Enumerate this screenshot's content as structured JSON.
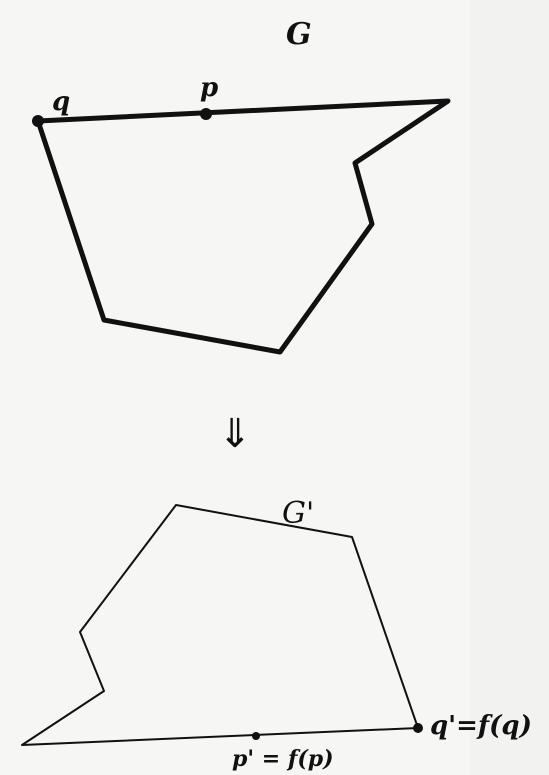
{
  "top_figure": {
    "title": "G",
    "label_q": "q",
    "label_p": "p"
  },
  "arrow": {
    "glyph": "⇓"
  },
  "bottom_figure": {
    "title": "G'",
    "label_p_image": "p' = f(p)",
    "label_q_image": "q'=f(q)"
  },
  "colors": {
    "ink": "#111111",
    "paper": "#f6f6f4"
  }
}
